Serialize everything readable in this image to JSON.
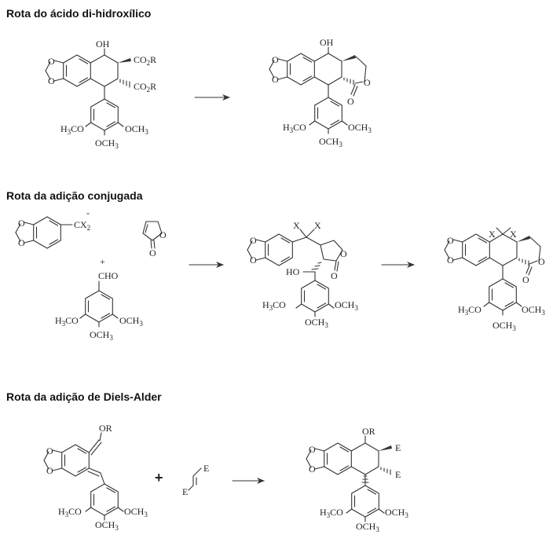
{
  "headings": {
    "h1": "Rota do ácido di-hidroxílico",
    "h2": "Rota da adição conjugada",
    "h3": "Rota da adição de Diels-Alder"
  },
  "labels": {
    "OH": "OH",
    "HO": "HO",
    "CO2R": "CO",
    "sub2": "2",
    "R": "R",
    "H3CO_H": "H",
    "H3CO_3": "3",
    "H3CO_CO": "CO",
    "OCH": "OCH",
    "sub3": "3",
    "O": "O",
    "CX": "CX",
    "X": "X",
    "CHO": "CHO",
    "OR": "OR",
    "E": "E",
    "minus": "-",
    "plus_small": "+",
    "plus_bold": "+"
  },
  "colors": {
    "ink": "#333333",
    "text": "#222222",
    "heading": "#111111"
  }
}
